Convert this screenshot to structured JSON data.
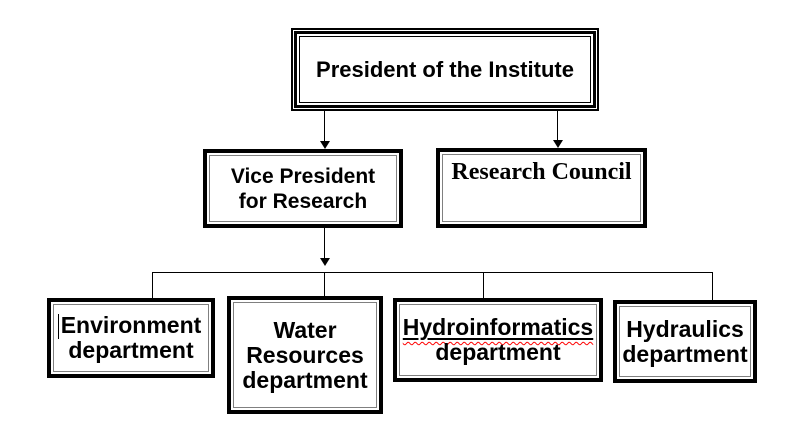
{
  "colors": {
    "background": "#ffffff",
    "box_border": "#000000",
    "inner_border": "#808080",
    "text": "#000000",
    "connector_line": "#000000",
    "spellcheck_underline": "#ff0000"
  },
  "nodes": {
    "president": {
      "label": "President of the Institute"
    },
    "vice_president": {
      "lines": [
        "Vice President",
        "for Research"
      ]
    },
    "research_council": {
      "label": "Research Council"
    },
    "environment": {
      "lines": [
        "Environment",
        "department"
      ]
    },
    "water_resources": {
      "lines": [
        "Water",
        "Resources",
        "department"
      ]
    },
    "hydroinformatics": {
      "underlined_word": "Hydroinformatics",
      "second_line": "department"
    },
    "hydraulics": {
      "lines": [
        "Hydraulics",
        "department"
      ]
    }
  },
  "edges": [
    {
      "from": "President of the Institute",
      "to": "Vice President for Research",
      "style": "arrow"
    },
    {
      "from": "President of the Institute",
      "to": "Research Council",
      "style": "arrow"
    },
    {
      "from": "Vice President for Research",
      "to": "Environment department",
      "style": "arrow-branch"
    },
    {
      "from": "Vice President for Research",
      "to": "Water Resources department",
      "style": "arrow-branch"
    },
    {
      "from": "Vice President for Research",
      "to": "Hydroinformatics department",
      "style": "arrow-branch"
    },
    {
      "from": "Vice President for Research",
      "to": "Hydraulics department",
      "style": "arrow-branch"
    }
  ]
}
